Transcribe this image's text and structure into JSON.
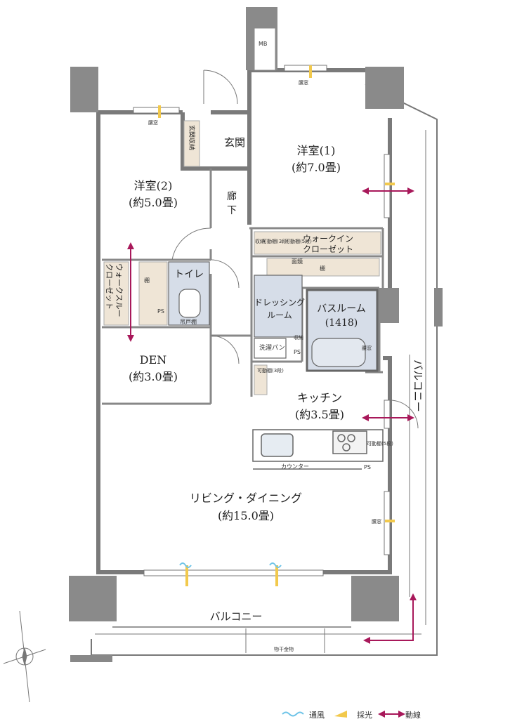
{
  "rooms": {
    "western1": {
      "name": "洋室(1)",
      "size": "(約7.0畳)"
    },
    "western2": {
      "name": "洋室(2)",
      "size": "(約5.0畳)"
    },
    "den": {
      "name": "DEN",
      "size": "(約3.0畳)"
    },
    "kitchen": {
      "name": "キッチン",
      "size": "(約3.5畳)"
    },
    "living": {
      "name": "リビング・ダイニング",
      "size": "(約15.0畳)"
    },
    "bathroom": {
      "name": "バスルーム",
      "size": "(1418)"
    },
    "dressing_1": "ドレッシング",
    "dressing_2": "ルーム",
    "toilet": "トイレ",
    "entrance": "玄関",
    "corridor_1": "廊",
    "corridor_2": "下"
  },
  "storage": {
    "walkin_1": "ウォークイン",
    "walkin_2": "クローゼット",
    "walkthrough_1": "ウォークスルー",
    "walkthrough_2": "クローゼット",
    "genkan_storage": "玄関収納",
    "shelf": "棚",
    "adjustable_3": "可動棚(3段)",
    "adjustable_5": "可動棚(5段)",
    "storage_label": "収納",
    "mirror": "面鏡",
    "ps": "PS",
    "hanging_shelf": "吊戸棚",
    "laundry_pan": "洗濯パン",
    "counter": "カウンター",
    "mb": "MB"
  },
  "windows": {
    "vent_window": "腰窓"
  },
  "balcony": {
    "south": "バルコニー",
    "east": "バルコニー",
    "dryer": "物干金物"
  },
  "legend": {
    "ventilation": "通風",
    "daylight": "採光",
    "flow": "動線"
  },
  "colors": {
    "wall": "#888888",
    "storage": "#efe5d6",
    "wet": "#d6dde8",
    "flow": "#a8185a",
    "vent": "#6fc4e8",
    "light": "#f2c94c"
  }
}
